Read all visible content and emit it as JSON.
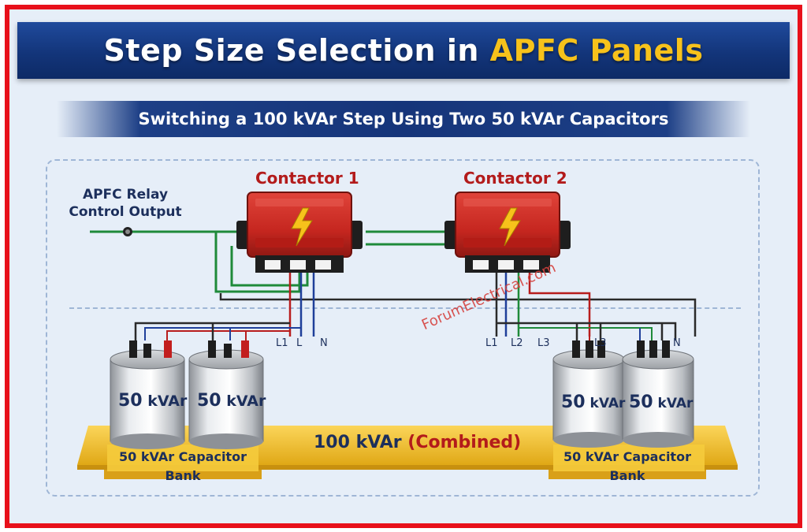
{
  "title": {
    "main": "Step Size Selection in ",
    "accent": "APFC Panels"
  },
  "subtitle": "Switching a 100 kVAr Step Using Two 50 kVAr Capacitors",
  "relay": {
    "line1": "APFC Relay",
    "line2": "Control Output"
  },
  "contactors": [
    {
      "label": "Contactor 1"
    },
    {
      "label": "Contactor 2"
    }
  ],
  "terminals_left": [
    "L1",
    "L",
    "N"
  ],
  "terminals_right": [
    "L1",
    "L2",
    "L3",
    "L3",
    "N"
  ],
  "capacitors": [
    {
      "value": "50",
      "unit": "kVAr"
    },
    {
      "value": "50",
      "unit": "kVAr"
    },
    {
      "value": "50",
      "unit": "kVAr"
    },
    {
      "value": "50",
      "unit": "kVAr"
    }
  ],
  "combined": {
    "value": "100 kVAr",
    "note": "(Combined)"
  },
  "banks": [
    {
      "line1": "50 kVAr Capacitor",
      "line2": "Bank"
    },
    {
      "line1": "50 kVAr Capacitor",
      "line2": "Bank"
    }
  ],
  "watermark": "ForumElectrical.com",
  "colors": {
    "frame": "#e8101a",
    "title_bg": "#13357a",
    "accent": "#f7c21b",
    "contactor": "#cc2a22",
    "wire_green": "#1f8a3a",
    "wire_blue": "#1f3f9a",
    "wire_red": "#b81d1d",
    "wire_black": "#2a2a2a",
    "platform": "#f2c32a"
  }
}
